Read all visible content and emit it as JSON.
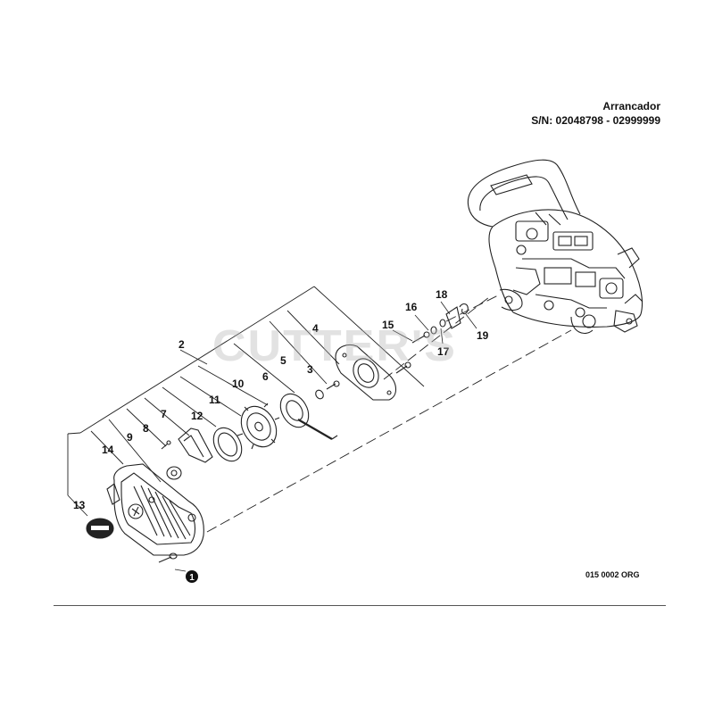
{
  "header": {
    "title": "Arrancador",
    "serial": "S/N: 02048798 - 02999999"
  },
  "watermark": "CUTTER'S",
  "drawing_code": "015 0002 ORG",
  "callouts": {
    "c1": "1",
    "c2": "2",
    "c3": "3",
    "c4": "4",
    "c5": "5",
    "c6": "6",
    "c7": "7",
    "c8": "8",
    "c9": "9",
    "c10": "10",
    "c11": "11",
    "c12": "12",
    "c13": "13",
    "c14": "14",
    "c15": "15",
    "c16": "16",
    "c17": "17",
    "c18": "18",
    "c19": "19"
  },
  "colors": {
    "line": "#222222",
    "watermark": "#b4b4b4"
  }
}
